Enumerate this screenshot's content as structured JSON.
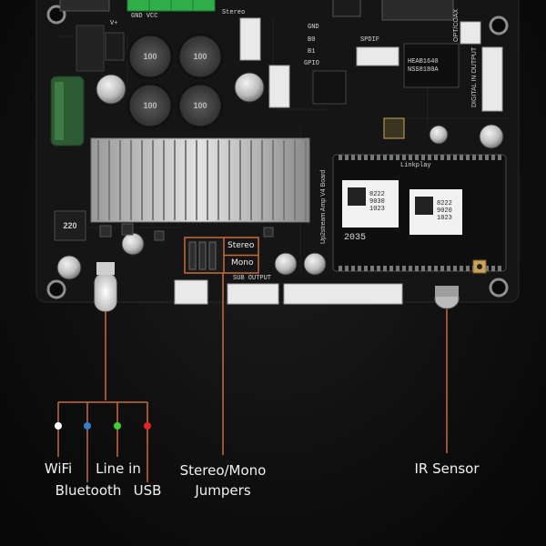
{
  "labels": {
    "wifi": "WiFi",
    "bluetooth": "Bluetooth",
    "line_in": "Line in",
    "usb": "USB",
    "stereo_mono_line1": "Stereo/Mono",
    "stereo_mono_line2": "Jumpers",
    "ir_sensor": "IR Sensor"
  },
  "board": {
    "jumper_stereo": "Stereo",
    "jumper_mono": "Mono",
    "board_name": "Up2stream Amp V4 Board",
    "inductor_value": "220",
    "coil_value": "100",
    "module_codes": [
      "8222 9030 1023",
      "8222 9020 1023"
    ],
    "module_id": "2035",
    "chip_code": "HEAB1640 NSS8180A",
    "silk_gnd": "GND",
    "silk_b0": "B0",
    "silk_b1": "B1",
    "silk_gpio": "GPIO",
    "silk_spdif": "SPDIF",
    "silk_digital_out": "DIGITAL IN OUTPUT",
    "silk_opt": "OPT/COAX",
    "silk_output": "SUB OUTPUT",
    "silk_stereo": "Stereo",
    "silk_vplus": "V+",
    "silk_pwr": "GND  VCC",
    "linkplay": "Linkplay"
  },
  "colors": {
    "line": "#c76b3c",
    "led_wifi": "#ffffff",
    "led_bluetooth": "#2e7fd6",
    "led_line_in": "#3fcf2f",
    "led_usb": "#e02424",
    "background": "#0c0c0c",
    "board": "#141414",
    "terminal": "#2fae4a"
  },
  "icons": [
    "led-white-icon",
    "led-blue-icon",
    "led-green-icon",
    "led-red-icon"
  ]
}
